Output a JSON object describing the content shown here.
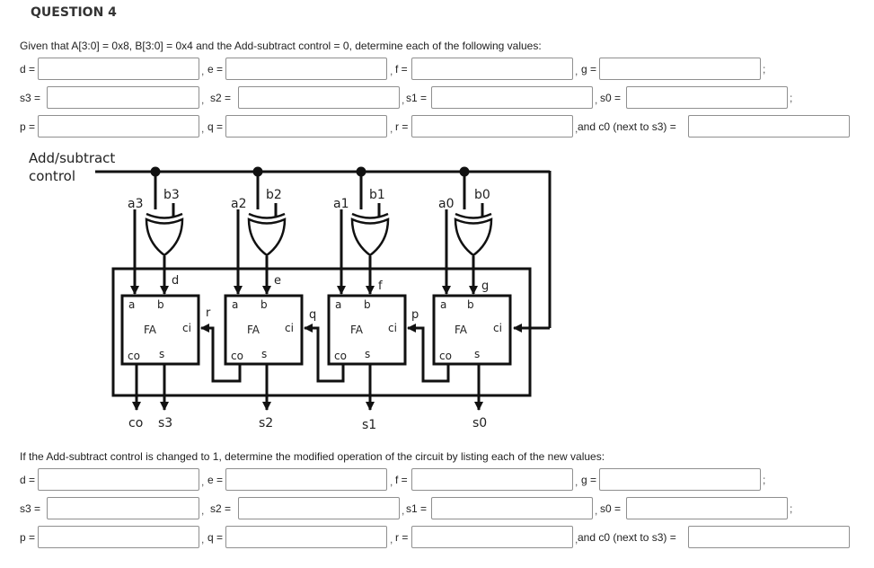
{
  "question": {
    "title": "QUESTION 4",
    "prompt1": "Given that A[3:0] = 0x8, B[3:0] = 0x4 and the Add-subtract control = 0, determine each of the following values:",
    "prompt2": "If the Add-subtract control is changed to 1, determine the modified operation of the circuit by listing each of the new values:"
  },
  "labels": {
    "d": "d =",
    "e": "e =",
    "f": "f =",
    "g": "g =",
    "s3": "s3 =",
    "s2": "s2 =",
    "s1": "s1 =",
    "s0": "s0 =",
    "p": "p =",
    "q": "q =",
    "r": "r =",
    "c0": "and c0 (next to s3) ="
  },
  "separators": {
    "comma": ",",
    "semicolon": ";"
  },
  "part1_values": {
    "d": "",
    "e": "",
    "f": "",
    "g": "",
    "s3": "",
    "s2": "",
    "s1": "",
    "s0": "",
    "p": "",
    "q": "",
    "r": "",
    "c0": ""
  },
  "part2_values": {
    "d": "",
    "e": "",
    "f": "",
    "g": "",
    "s3": "",
    "s2": "",
    "s1": "",
    "s0": "",
    "p": "",
    "q": "",
    "r": "",
    "c0": ""
  },
  "diagram": {
    "control_label_line1": "Add/subtract",
    "control_label_line2": "control",
    "adder": {
      "fa": "FA",
      "a": "a",
      "b": "b",
      "ci": "ci",
      "co": "co",
      "s": "s"
    },
    "inputs": {
      "a3": "a3",
      "b3": "b3",
      "a2": "a2",
      "b2": "b2",
      "a1": "a1",
      "b1": "b1",
      "a0": "a0",
      "b0": "b0"
    },
    "wires": {
      "d": "d",
      "e": "e",
      "f": "f",
      "g": "g",
      "p": "p",
      "q": "q",
      "r": "r"
    },
    "outputs": {
      "co": "co",
      "s3": "s3",
      "s2": "s2",
      "s1": "s1",
      "s0": "s0"
    }
  }
}
